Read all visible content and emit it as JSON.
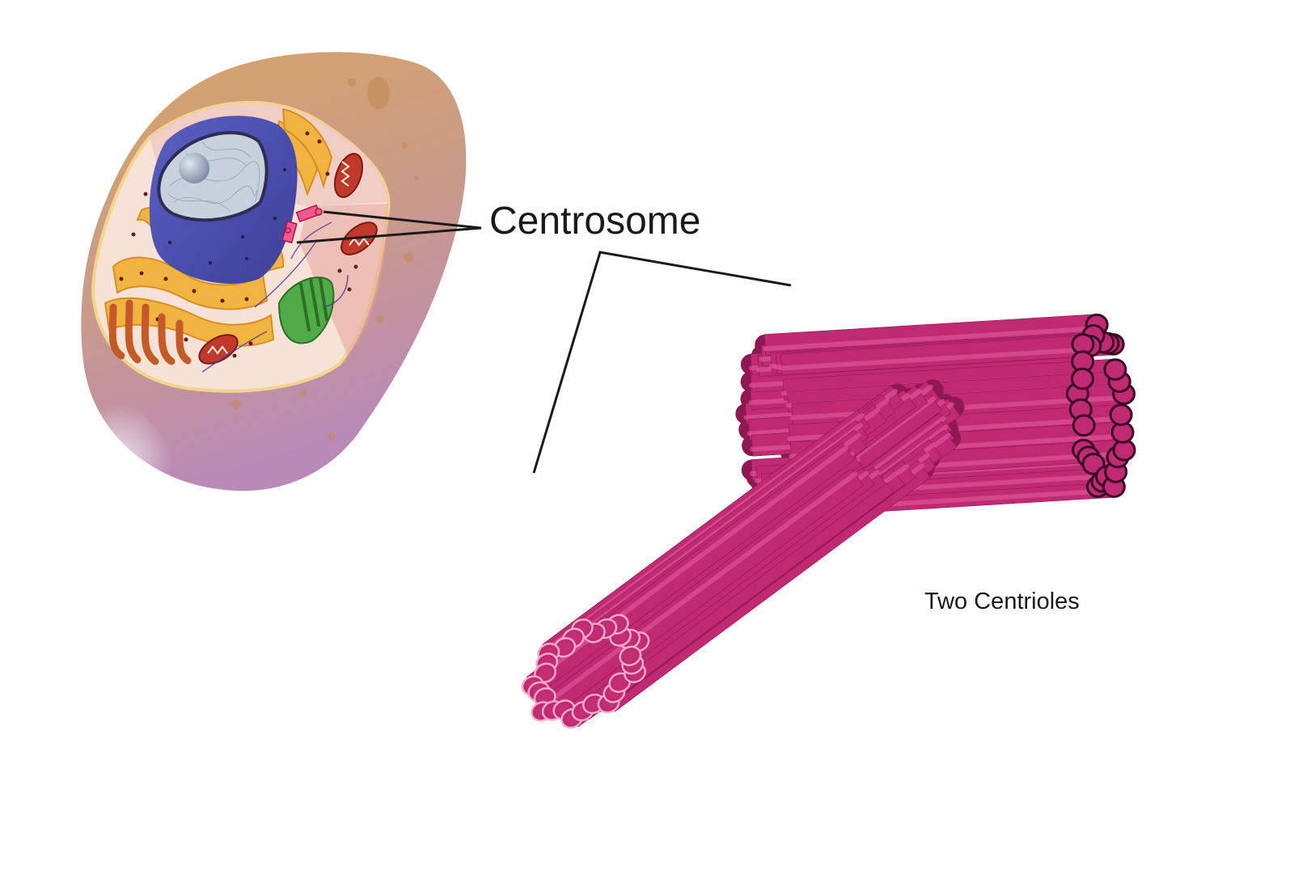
{
  "labels": {
    "centrosome": "Centrosome",
    "centrioles": "Two Centrioles"
  },
  "colors": {
    "tubule": "#bf2a72",
    "tubule_light": "#de5496",
    "tubule_dark": "#8f1752",
    "ring_back": "#3a0a26",
    "ring_front": "#f3a9c8",
    "cell_outer": "#d9a96a",
    "cell_lower": "#b98ab8",
    "cytoplasm": "#f6e3d6",
    "nucleus": "#4d4fb3",
    "nucleoplasm": "#c9d3dc",
    "golgi": "#f0b13a",
    "mitochondria": "#c0392b",
    "green_organelle": "#3d9a3a",
    "leader_line": "#1a1a1a"
  },
  "centriole_structure": {
    "triplet_groups": 9,
    "tubules_per_group": 3
  }
}
